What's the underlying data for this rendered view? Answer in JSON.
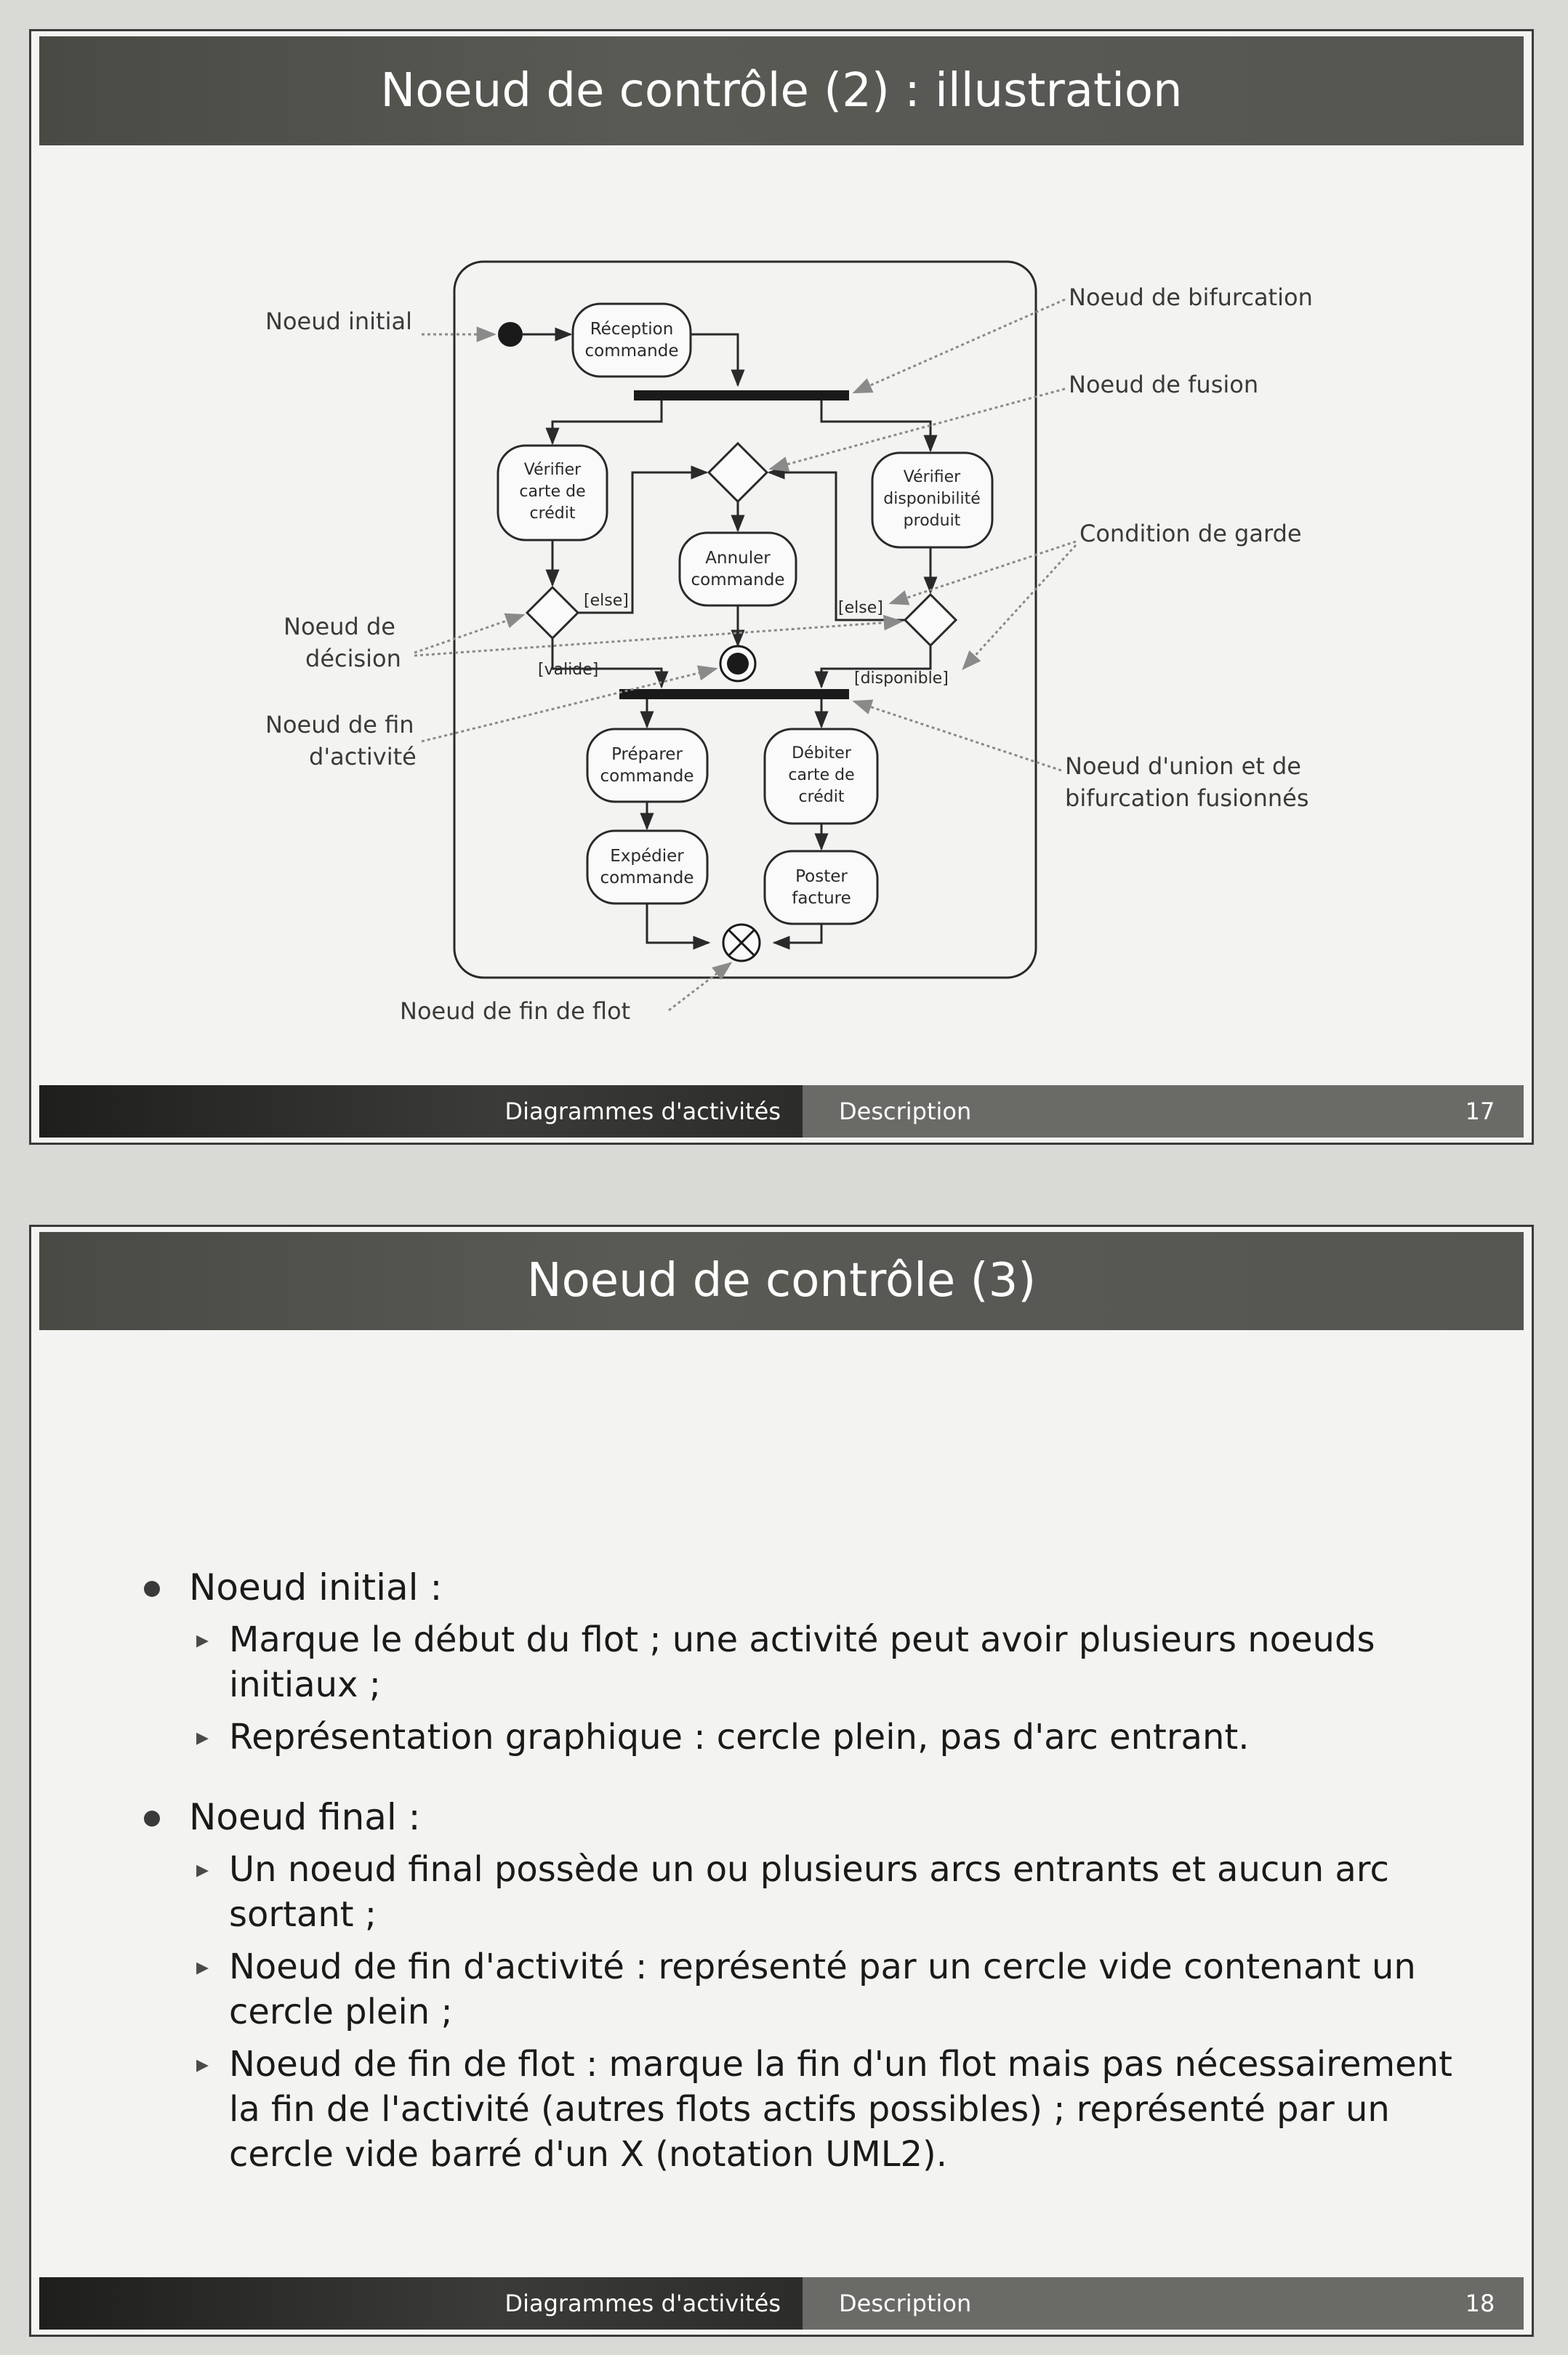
{
  "slide1": {
    "title": "Noeud de contrôle (2) : illustration",
    "actions": {
      "reception": [
        "Réception",
        "commande"
      ],
      "verifier_credit": [
        "Vérifier",
        "carte de",
        "crédit"
      ],
      "annuler": [
        "Annuler",
        "commande"
      ],
      "verifier_dispo": [
        "Vérifier",
        "disponibilité",
        "produit"
      ],
      "preparer": [
        "Préparer",
        "commande"
      ],
      "debiter": [
        "Débiter",
        "carte de",
        "crédit"
      ],
      "expedier": [
        "Expédier",
        "commande"
      ],
      "poster": [
        "Poster",
        "facture"
      ]
    },
    "guards": {
      "else_left": "[else]",
      "valide": "[valide]",
      "else_right": "[else]",
      "disponible": "[disponible]"
    },
    "callouts": {
      "noeud_initial": "Noeud initial",
      "noeud_bifurcation": "Noeud de bifurcation",
      "noeud_fusion": "Noeud de fusion",
      "condition_garde": "Condition de garde",
      "noeud_decision": [
        "Noeud de",
        "décision"
      ],
      "noeud_fin_activite": [
        "Noeud de fin",
        "d'activité"
      ],
      "noeud_union": [
        "Noeud d'union et de",
        "bifurcation fusionnés"
      ],
      "noeud_fin_flot": "Noeud de fin de flot"
    },
    "footer": {
      "section": "Diagrammes d'activités",
      "subsection": "Description",
      "page": "17"
    }
  },
  "slide2": {
    "title": "Noeud de contrôle (3)",
    "bullets": [
      {
        "label": "Noeud initial :",
        "items": [
          "Marque le début du flot ; une activité peut avoir plusieurs noeuds initiaux ;",
          "Représentation graphique : cercle plein, pas d'arc entrant."
        ]
      },
      {
        "label": "Noeud final :",
        "items": [
          "Un noeud final possède un ou plusieurs arcs entrants et aucun arc sortant ;",
          "Noeud de fin d'activité : représenté par un cercle vide contenant un cercle plein ;",
          "Noeud de fin de flot : marque la fin d'un flot mais pas nécessairement la fin de l'activité (autres flots actifs possibles) ; représenté par un cercle vide barré d'un X (notation UML2)."
        ]
      }
    ],
    "footer": {
      "section": "Diagrammes d'activités",
      "subsection": "Description",
      "page": "18"
    }
  }
}
